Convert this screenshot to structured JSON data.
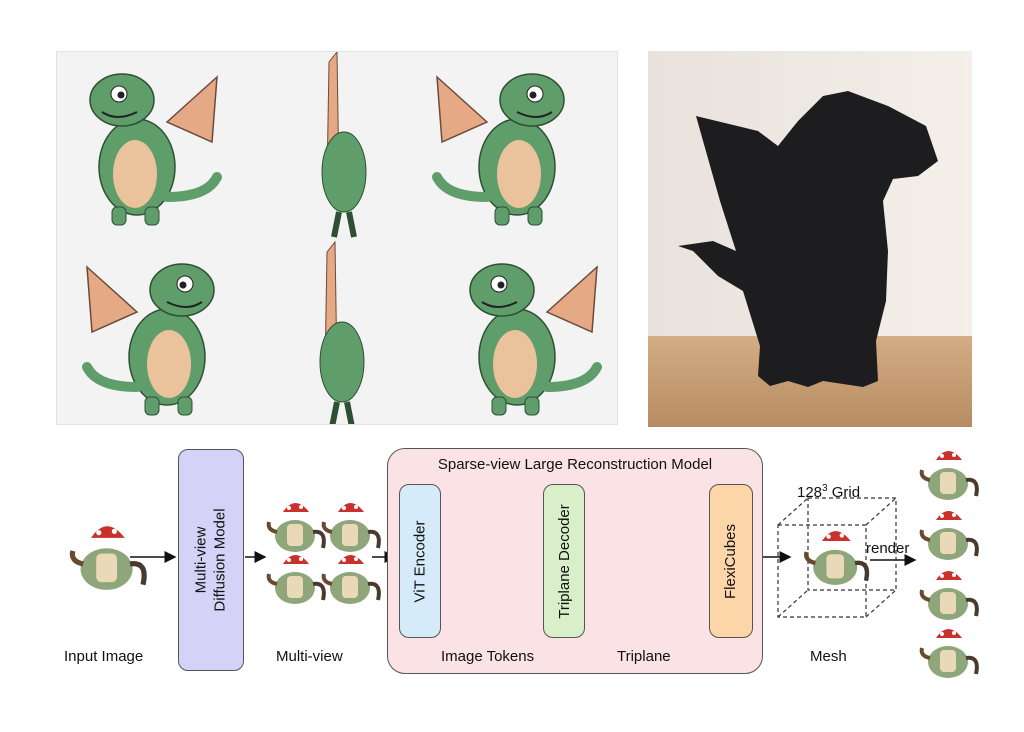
{
  "diagram": {
    "labels": {
      "input_image": "Input Image",
      "diffusion_line1": "Multi-view",
      "diffusion_line2": "Diffusion Model",
      "multi_view": "Multi-view",
      "lrm_title": "Sparse-view Large Reconstruction Model",
      "vit_encoder": "ViT Encoder",
      "image_tokens": "Image Tokens",
      "triplane_decoder": "Triplane Decoder",
      "triplane": "Triplane",
      "flexicubes": "FlexiCubes",
      "grid_base": "128",
      "grid_exp": "3",
      "grid_suffix": " Grid",
      "render": "render",
      "mesh": "Mesh"
    },
    "colors": {
      "diffusion_fill": "#d4d2f6",
      "encoder_fill": "#d5ebf9",
      "decoder_fill": "#d9efc9",
      "flexicubes_fill": "#fcd6a8",
      "lrm_fill": "#fbe2e4",
      "token_fill": "#c9dcee",
      "triplane_fill": "#b9e3b0",
      "dragon_green": "#5f9e6b",
      "dragon_belly": "#eac29b",
      "dragon_wing": "#e6a985",
      "mushroom_red": "#c8312c"
    }
  }
}
